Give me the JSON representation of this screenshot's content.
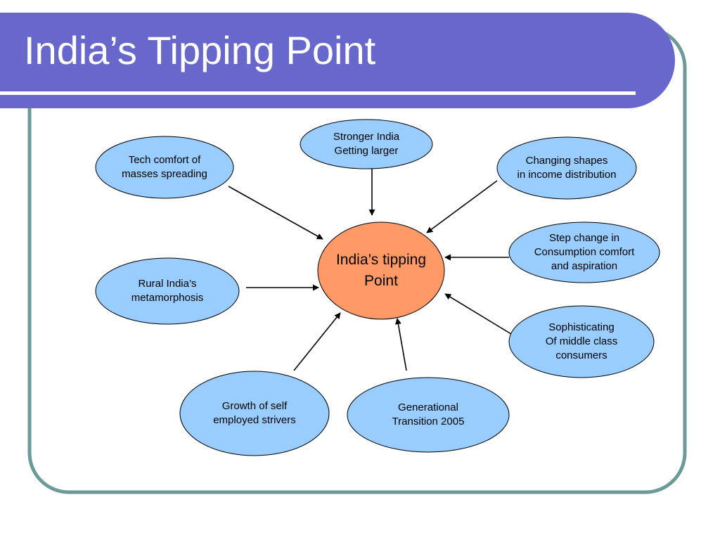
{
  "slide": {
    "title": "India’s Tipping Point"
  },
  "colors": {
    "banner": "#6767cc",
    "frame": "#6b9a98",
    "node_fill": "#99ccff",
    "center_fill": "#ff9966",
    "arrow": "#000000"
  },
  "diagram": {
    "center": {
      "id": "center",
      "label": "India’s tipping\nPoint"
    },
    "nodes": [
      {
        "id": "stronger-india",
        "label": "Stronger India\nGetting larger"
      },
      {
        "id": "tech-comfort",
        "label": "Tech comfort of\nmasses spreading"
      },
      {
        "id": "changing-shapes",
        "label": "Changing shapes\nin income distribution"
      },
      {
        "id": "step-change",
        "label": "Step change in\nConsumption comfort\nand aspiration"
      },
      {
        "id": "rural-india",
        "label": "Rural India’s\nmetamorphosis"
      },
      {
        "id": "sophisticating",
        "label": "Sophisticating\nOf middle class\nconsumers"
      },
      {
        "id": "growth-self-employed",
        "label": "Growth of self\nemployed strivers"
      },
      {
        "id": "generational-transition",
        "label": "Generational\nTransition 2005"
      }
    ],
    "edges": [
      {
        "from": "stronger-india",
        "to": "center"
      },
      {
        "from": "tech-comfort",
        "to": "center"
      },
      {
        "from": "changing-shapes",
        "to": "center"
      },
      {
        "from": "step-change",
        "to": "center"
      },
      {
        "from": "rural-india",
        "to": "center"
      },
      {
        "from": "sophisticating",
        "to": "center"
      },
      {
        "from": "growth-self-employed",
        "to": "center"
      },
      {
        "from": "generational-transition",
        "to": "center"
      }
    ]
  }
}
